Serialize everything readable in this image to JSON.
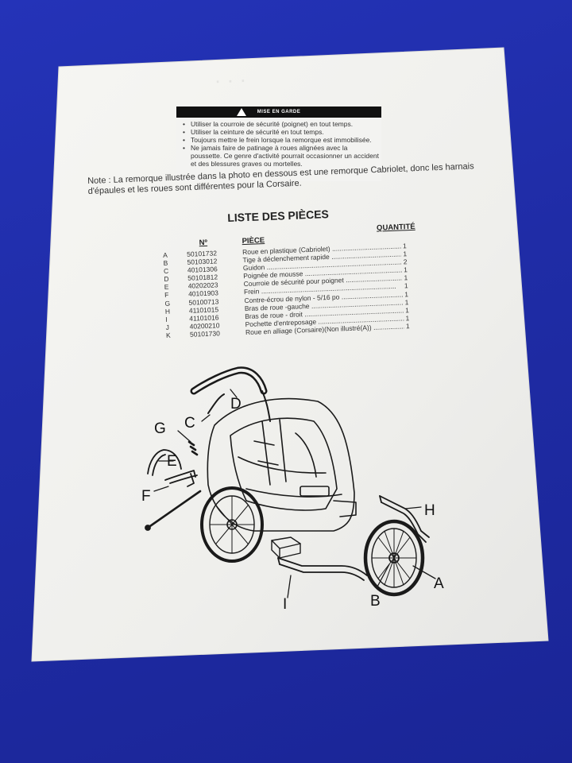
{
  "warning": {
    "title": "MISE EN GARDE",
    "items": [
      "Utiliser la courroie de sécurité (poignet) en tout temps.",
      "Utiliser la ceinture de sécurité en tout temps.",
      "Toujours mettre le frein lorsque la remorque est immobilisée.",
      "Ne jamais faire de patinage à roues alignées avec la poussette. Ce genre d'activité pourrait occasionner un accident et des blessures graves ou mortelles."
    ]
  },
  "note": "Note : La remorque illustrée dans la photo en dessous est une remorque Cabriolet, donc les harnais d'épaules et les roues sont différentes pour la Corsaire.",
  "parts": {
    "title": "LISTE DES PIÈCES",
    "headers": {
      "number": "Nº",
      "piece": "PIÈCE",
      "quantity": "QUANTITÉ"
    },
    "rows": [
      {
        "letter": "A",
        "number": "50101732",
        "name": "Roue en plastique (Cabriolet)",
        "qty": "1"
      },
      {
        "letter": "B",
        "number": "50103012",
        "name": "Tige à déclenchement rapide",
        "qty": "1"
      },
      {
        "letter": "C",
        "number": "40101306",
        "name": "Guidon",
        "qty": "2"
      },
      {
        "letter": "D",
        "number": "50101812",
        "name": "Poignée de mousse",
        "qty": "1"
      },
      {
        "letter": "E",
        "number": "40202023",
        "name": "Courroie de sécurité pour poignet",
        "qty": "1"
      },
      {
        "letter": "F",
        "number": "40101903",
        "name": "Frein",
        "qty": "1"
      },
      {
        "letter": "G",
        "number": "50100713",
        "name": "Contre-écrou de nylon - 5/16 po",
        "qty": "1"
      },
      {
        "letter": "H",
        "number": "41101015",
        "name": "Bras de roue -gauche",
        "qty": "1"
      },
      {
        "letter": "I",
        "number": "41101016",
        "name": "Bras de roue - droit",
        "qty": "1"
      },
      {
        "letter": "J",
        "number": "40200210",
        "name": "Pochette d'entreposage",
        "qty": "1"
      },
      {
        "letter": "K",
        "number": "50101730",
        "name": "Roue en alliage (Corsaire)(Non illustré(A))",
        "qty": "1"
      }
    ]
  },
  "diagram": {
    "labels": [
      "A",
      "B",
      "C",
      "D",
      "E",
      "F",
      "G",
      "H",
      "I"
    ]
  },
  "colors": {
    "background": "#2129a8",
    "paper": "#f2f2ef",
    "ink": "#222222"
  }
}
